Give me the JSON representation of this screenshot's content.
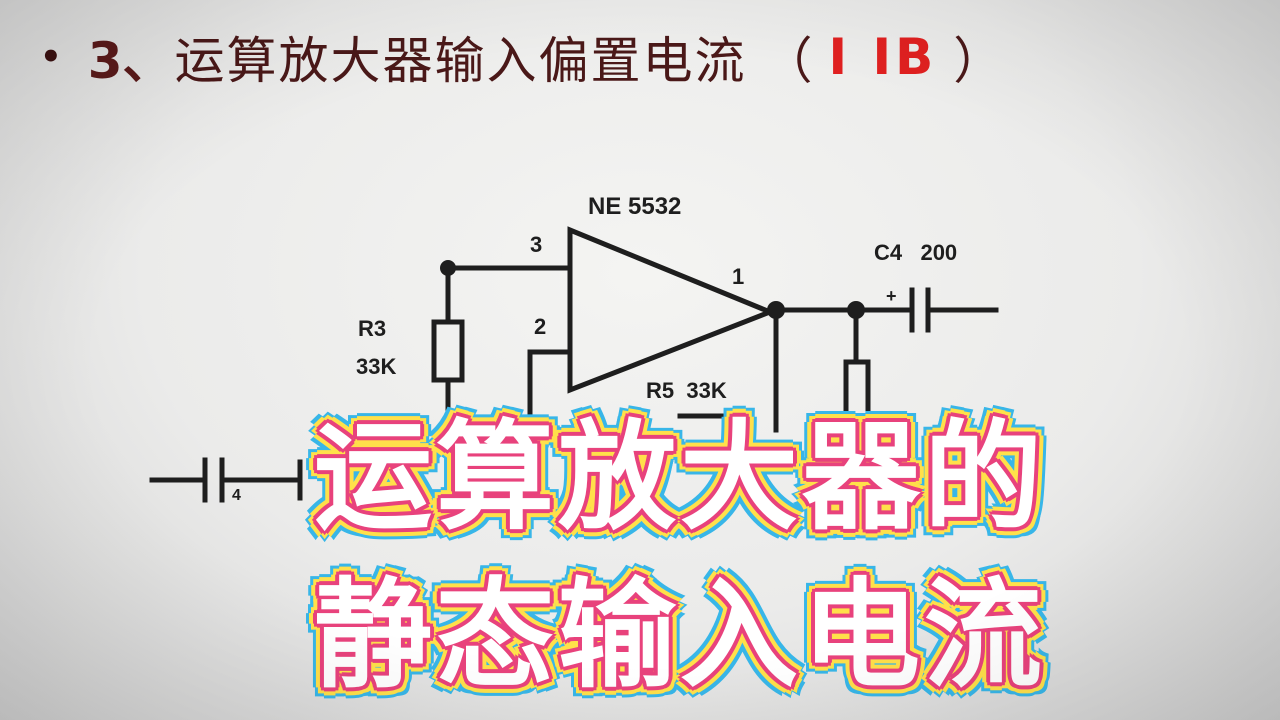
{
  "slide": {
    "bullet": "•",
    "number": "3、",
    "title": "运算放大器输入偏置电流",
    "paren_open": "（",
    "symbol": "I IB",
    "paren_close": "）"
  },
  "circuit": {
    "opamp_label": "NE 5532",
    "pin3": "3",
    "pin2": "2",
    "pin1": "1",
    "r3_name": "R3",
    "r3_value": "33K",
    "r5_label": "R5  33K",
    "c4_label": "C4   200",
    "cap_plus": "+",
    "cap_in_label": "4"
  },
  "caption": {
    "line1": "运算放大器的",
    "line2": "静态输入电流"
  },
  "colors": {
    "title": "#4a1818",
    "symbol": "#e02020",
    "caption_fill": "#ffffff",
    "caption_outline_inner": "#e8427c",
    "caption_outline_mid": "#ffe04a",
    "caption_outline_outer": "#38b6e8"
  }
}
